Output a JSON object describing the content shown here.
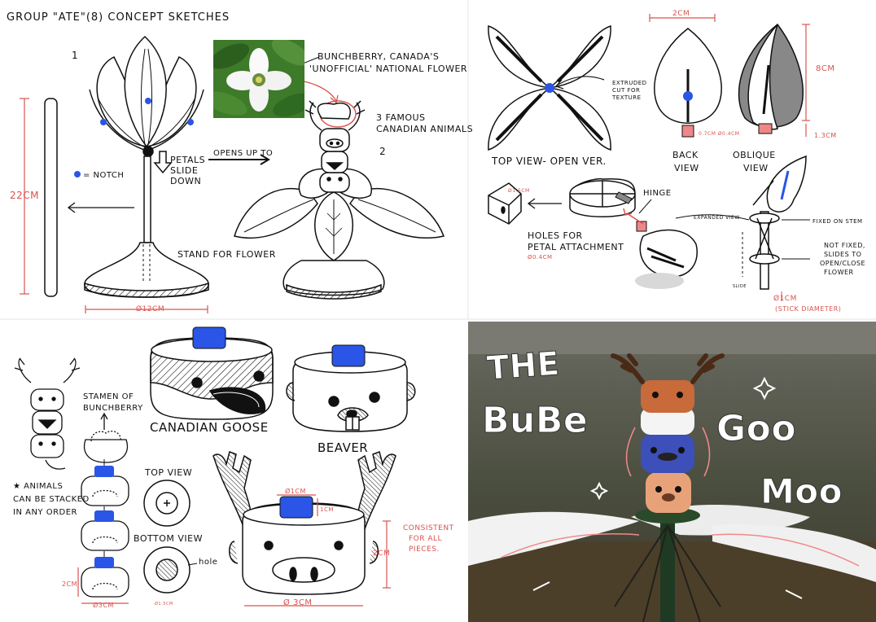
{
  "title": "GROUP \"ATE\"(8) CONCEPT SKETCHES",
  "q1": {
    "num1": "1",
    "num2": "2",
    "stick_len": "22CM",
    "notch_legend": "= NOTCH",
    "petals_slide": [
      "PETALS",
      "SLIDE",
      "DOWN"
    ],
    "opens_up": "OPENS UP TO",
    "stand": "STAND FOR FLOWER",
    "base_dia": "Ø12CM",
    "bunchberry": [
      "BUNCHBERRY, CANADA'S",
      "'UNOFFICIAL' NATIONAL FLOWER"
    ],
    "famous": [
      "3 FAMOUS",
      "CANADIAN ANIMALS"
    ]
  },
  "q2": {
    "top_view": "TOP VIEW- OPEN VER.",
    "extruded": [
      "EXTRUDED",
      "CUT FOR",
      "TEXTURE"
    ],
    "width": "2CM",
    "height": "8CM",
    "small_h": "1.3CM",
    "stem_note": "0.7CM Ø0.4CM",
    "back_view": [
      "BACK",
      "VIEW"
    ],
    "oblique_view": [
      "OBLIQUE",
      "VIEW"
    ],
    "hinge": "HINGE",
    "expanded": "EXPANDED VIEW",
    "fixed": "FIXED ON STEM",
    "not_fixed": [
      "NOT FIXED,",
      "SLIDES TO",
      "OPEN/CLOSE",
      "FLOWER"
    ],
    "slide": "SLIDE",
    "holes": [
      "HOLES FOR",
      "PETAL ATTACHMENT"
    ],
    "hole_dia": "Ø0.4CM",
    "small_dim": "Ø1.5CM",
    "stick_dia": "Ø1CM",
    "stick_note": "(STICK DIAMETER)"
  },
  "q3": {
    "stamen": [
      "STAMEN OF",
      "BUNCHBERRY"
    ],
    "animals_note": [
      "★ ANIMALS",
      "CAN BE STACKED",
      "IN ANY ORDER"
    ],
    "goose": "CANADIAN GOOSE",
    "beaver": "BEAVER",
    "top_view": "TOP VIEW",
    "bottom_view": "BOTTOM VIEW",
    "hole": "hole",
    "h2cm": "2CM",
    "d3cm": "Ø3CM",
    "d1cm": "Ø1CM",
    "h1cm": "1CM",
    "moose_h": "2CM",
    "moose_d": "Ø 3CM",
    "small_hole": "Ø1.5CM",
    "consistent": [
      "CONSISTENT",
      "FOR ALL",
      "PIECES."
    ]
  },
  "q4": {
    "the": "THE",
    "bube": "BuBe",
    "goo": "Goo",
    "moo": "Moo"
  },
  "colors": {
    "blue": "#2a55e6",
    "red": "#d9534f",
    "ink": "#111111"
  }
}
